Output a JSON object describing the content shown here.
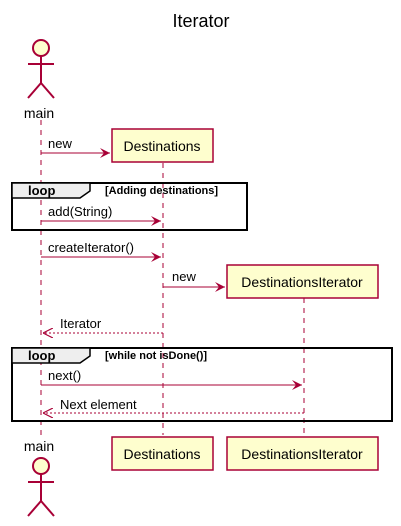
{
  "title": "Iterator",
  "participants": {
    "main": "main",
    "destinations": "Destinations",
    "destinations_iterator": "DestinationsIterator"
  },
  "loops": [
    {
      "keyword": "loop",
      "condition": "[Adding destinations]"
    },
    {
      "keyword": "loop",
      "condition": "[while not isDone()]"
    }
  ],
  "messages": [
    {
      "label": "new",
      "from": "main",
      "to": "Destinations",
      "style": "solid"
    },
    {
      "label": "add(String)",
      "from": "main",
      "to": "Destinations",
      "style": "solid"
    },
    {
      "label": "createIterator()",
      "from": "main",
      "to": "Destinations",
      "style": "solid"
    },
    {
      "label": "new",
      "from": "Destinations",
      "to": "DestinationsIterator",
      "style": "solid"
    },
    {
      "label": "Iterator",
      "from": "Destinations",
      "to": "main",
      "style": "dashed"
    },
    {
      "label": "next()",
      "from": "main",
      "to": "DestinationsIterator",
      "style": "solid"
    },
    {
      "label": "Next element",
      "from": "DestinationsIterator",
      "to": "main",
      "style": "dashed"
    }
  ],
  "colors": {
    "line": "#A80036",
    "box_fill": "#FEFECE",
    "loop_tab_fill": "#EEEEEE"
  }
}
